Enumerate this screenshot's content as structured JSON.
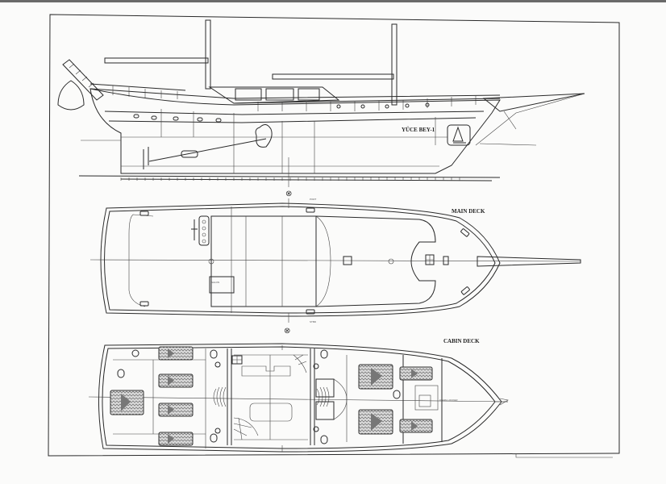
{
  "drawing": {
    "vessel_name": "YÜCE BEY-1",
    "views": [
      {
        "id": "profile",
        "label": ""
      },
      {
        "id": "main_deck",
        "label": "MAIN DECK"
      },
      {
        "id": "cabin_deck",
        "label": "CABIN DECK"
      }
    ],
    "section_marker": "⊗",
    "colors": {
      "paper": "#fbfbfa",
      "ink": "#2a2a2a",
      "bed_hatch": "#555555",
      "scan_band": "#6a6a6a"
    }
  }
}
